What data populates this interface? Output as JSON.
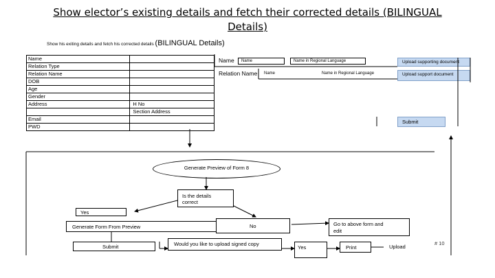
{
  "title": {
    "line1": "Show elector’s existing details and fetch their corrected details (BILINGUAL",
    "line2": "Details)"
  },
  "subtitle": {
    "text": "Show his exiting details and fetch his corrected details",
    "bold": "(BILINGUAL Details)"
  },
  "left_table": {
    "rows": [
      [
        "Name",
        ""
      ],
      [
        "Relation Type",
        ""
      ],
      [
        "Relation Name",
        ""
      ],
      [
        "DOB",
        ""
      ],
      [
        "Age",
        ""
      ],
      [
        "Gender",
        ""
      ],
      [
        "Address",
        "H No"
      ],
      [
        "",
        "Section Address"
      ],
      [
        "Email",
        ""
      ],
      [
        "PWD",
        ""
      ]
    ]
  },
  "right_form": {
    "name_label": "Name",
    "name_input": "Name",
    "name_regional": "Name in Regional Language",
    "relation_label": "Relation Name",
    "relation_input": "Name",
    "relation_regional": "Name in Regional Language",
    "upload1": "Upload supporting document",
    "upload2": "Upload support document",
    "submit": "Submit"
  },
  "flow": {
    "generate_preview": "Generate Preview of Form 8",
    "is_correct_line1": "Is the details",
    "is_correct_line2": "correct",
    "yes1": "Yes",
    "generate_from_preview": "Generate Form From Preview",
    "no": "No",
    "go_to_line1": "Go to above form and",
    "go_to_line2": "edit",
    "submit": "Submit",
    "would_upload": "Would you like to upload signed copy",
    "yes2": "Yes",
    "print": "Print",
    "upload": "Upload"
  },
  "page_number": "# 10"
}
